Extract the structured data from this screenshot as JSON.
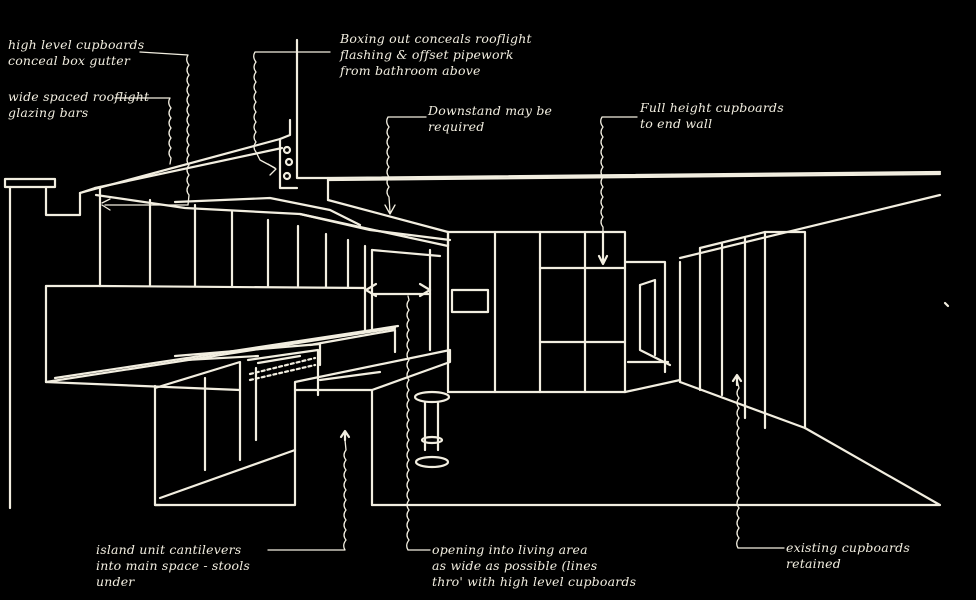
{
  "figure": "architectural sketch, kitchen with island unit and living area beyond",
  "colors": {
    "background": "#000000",
    "linework": "#f2eee0"
  },
  "annotations": {
    "high_level": [
      "high level cupboards",
      "conceal box gutter"
    ],
    "roof_glazing": [
      "wide spaced rooflight",
      "glazing bars"
    ],
    "boxing_out": [
      "Boxing out conceals rooflight",
      "flashing & offset pipework",
      "from bathroom above"
    ],
    "downstand": [
      "Downstand may be",
      "required"
    ],
    "full_height": [
      "Full height cupboards",
      "to end wall"
    ],
    "island": [
      "island unit cantilevers",
      "into main space - stools",
      "under"
    ],
    "opening": [
      "opening into living area",
      "as wide as possible (lines",
      "thro' with high level cupboards"
    ],
    "existing": [
      "existing cupboards",
      "retained"
    ]
  }
}
